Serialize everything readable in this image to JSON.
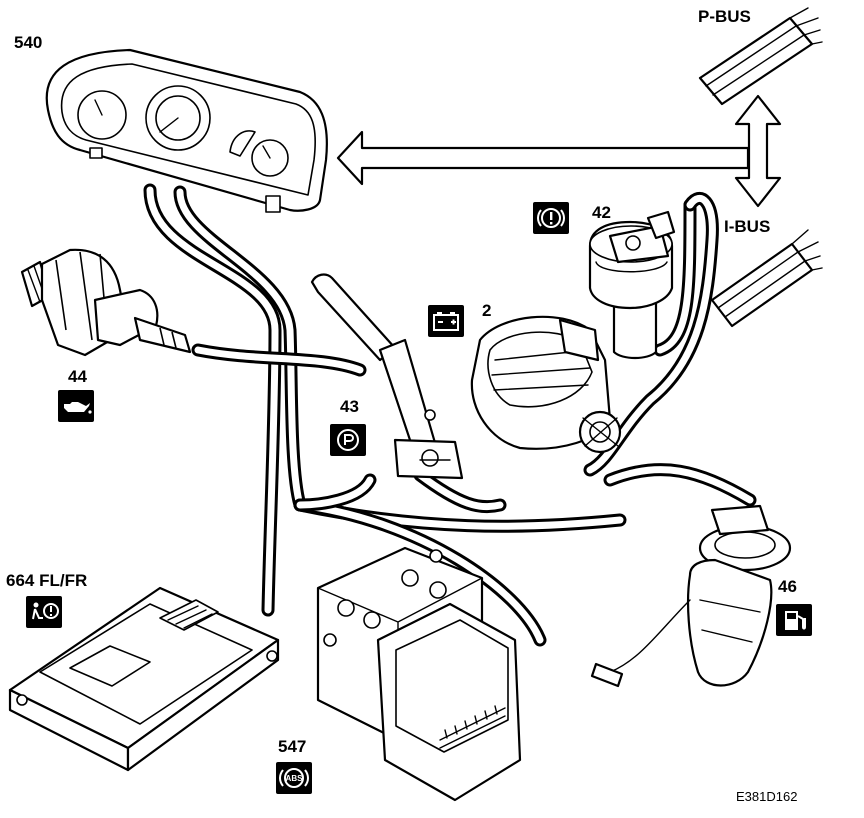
{
  "labels": {
    "p_bus": "P-BUS",
    "i_bus": "I-BUS",
    "c540": "540",
    "c42": "42",
    "c2": "2",
    "c44": "44",
    "c43": "43",
    "c46": "46",
    "c664": "664 FL/FR",
    "c547": "547",
    "ref": "E381D162"
  },
  "icons": {
    "c42": "warning-lamp-icon",
    "c2": "battery-icon",
    "c44": "oil-can-icon",
    "c43": "parking-brake-icon",
    "c46": "fuel-pump-icon",
    "c664": "airbag-icon",
    "c547": "abs-icon"
  },
  "colors": {
    "ink": "#000000",
    "paper": "#ffffff"
  }
}
